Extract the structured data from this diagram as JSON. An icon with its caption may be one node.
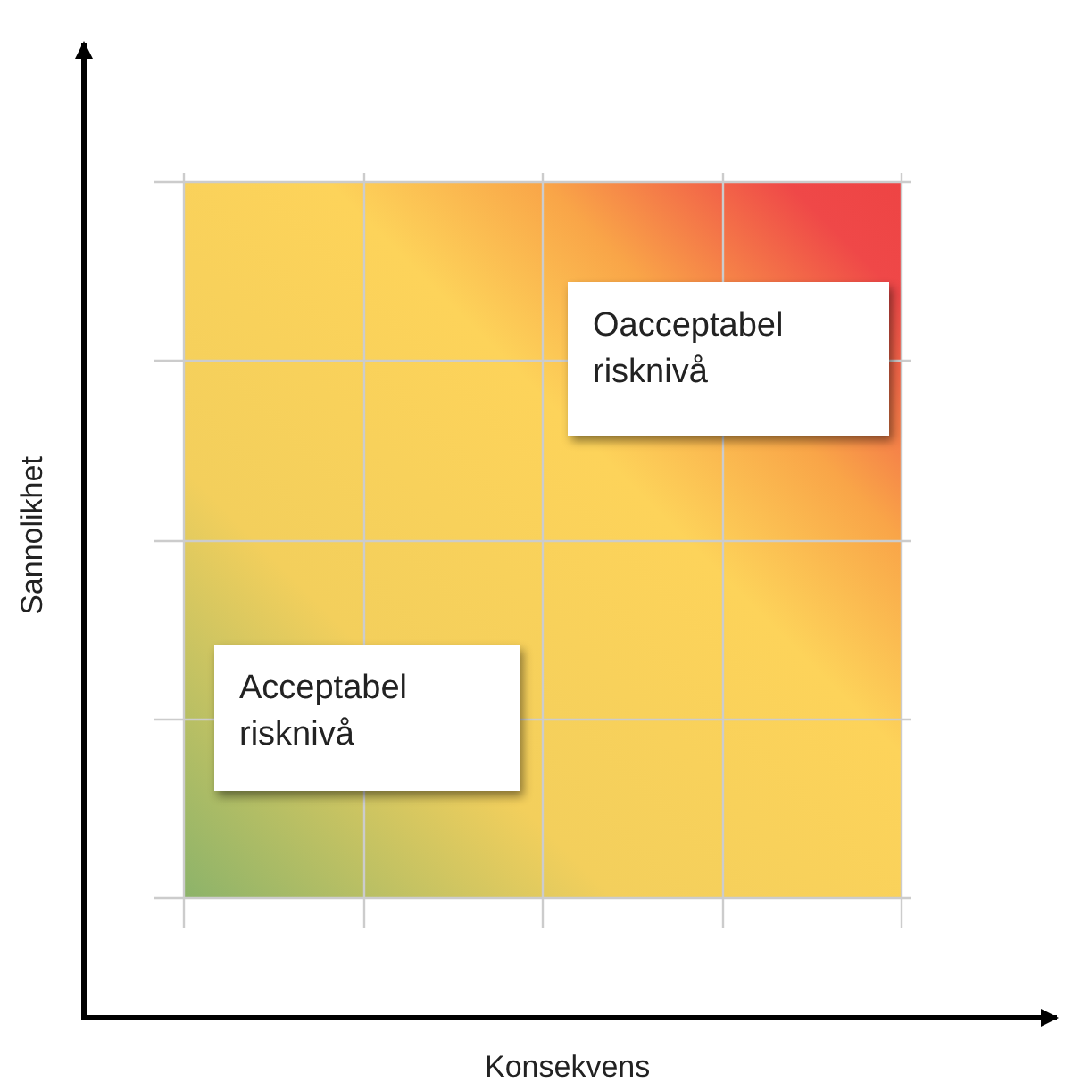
{
  "diagram": {
    "nodes": [
      {
        "text": [
          "Oacceptabel risknivå"
        ]
      },
      {
        "text": [
          "Acceptabel risknivå"
        ]
      }
    ],
    "labels": [
      "Sannolikhet",
      "Konsekvens"
    ]
  }
}
